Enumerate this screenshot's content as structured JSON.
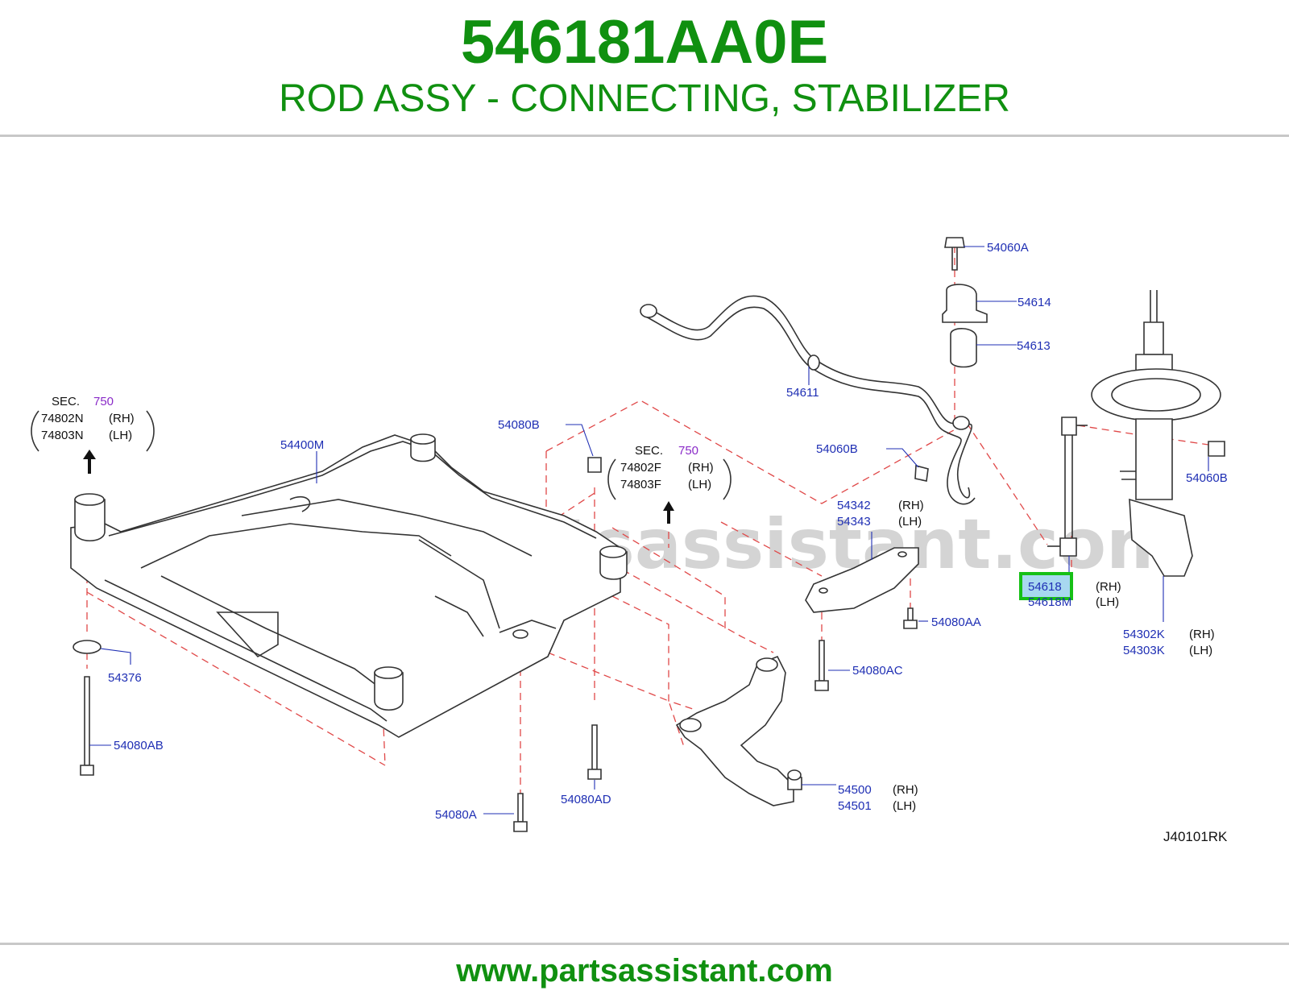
{
  "header": {
    "part_number": "546181AA0E",
    "description": "ROD ASSY - CONNECTING, STABILIZER"
  },
  "footer": {
    "url": "www.partsassistant.com"
  },
  "diagram": {
    "watermark": "www.partsassistant.com",
    "reference_code": "J40101RK",
    "highlight_color": "#16c016",
    "callouts": {
      "c54060A": "54060A",
      "c54614": "54614",
      "c54613": "54613",
      "c54611": "54611",
      "c54060B_a": "54060B",
      "c54060B_b": "54060B",
      "c54080B": "54080B",
      "c54400M": "54400M",
      "c54342": "54342",
      "c54343": "54343",
      "c54618": "54618",
      "c54618M": "54618M",
      "c54080AA": "54080AA",
      "c54080AC": "54080AC",
      "c54302K": "54302K",
      "c54303K": "54303K",
      "c54376": "54376",
      "c54080AB": "54080AB",
      "c54080AD": "54080AD",
      "c54080A": "54080A",
      "c54500": "54500",
      "c54501": "54501"
    },
    "sides": {
      "rh": "(RH)",
      "lh": "(LH)"
    },
    "sec_left": {
      "label": "SEC.",
      "number": "750",
      "rh_part": "74802N",
      "lh_part": "74803N"
    },
    "sec_center": {
      "label": "SEC.",
      "number": "750",
      "rh_part": "74802F",
      "lh_part": "74803F"
    }
  }
}
